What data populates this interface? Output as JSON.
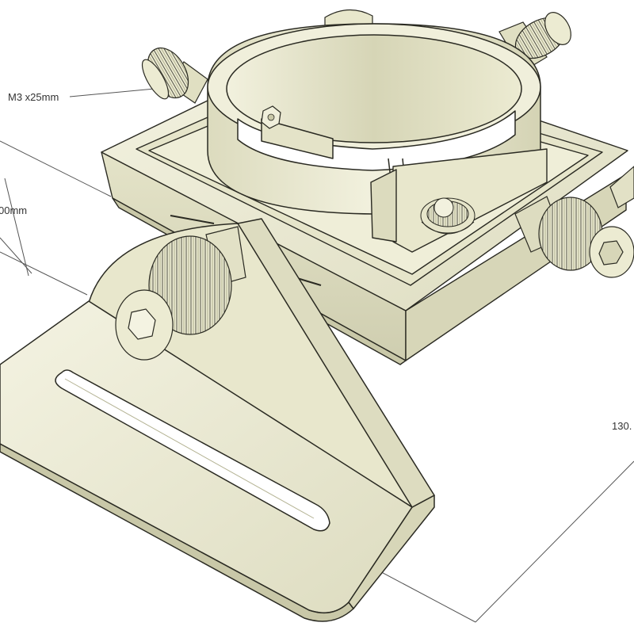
{
  "annotations": {
    "screw_label": "M3 x25mm",
    "left_dimension": "00mm",
    "right_dimension": "130."
  },
  "colors": {
    "body": "#ecebd2",
    "body_light": "#f4f3e2",
    "body_mid": "#dddcc0",
    "body_dark": "#c9c8a8",
    "shadow": "#b3b292",
    "edge": "#2a2a22",
    "dimension_line": "#555555",
    "background": "#ffffff"
  },
  "parts": {
    "ring_clamp": "ring-clamp",
    "square_base": "square-frame-base",
    "bracket": "slotted-l-bracket",
    "knobs": [
      "knob-back-left",
      "knob-back-right",
      "knob-front-left",
      "knob-right"
    ],
    "clamp_screw": "clamp-screw",
    "hex_nut": "hex-nut"
  }
}
